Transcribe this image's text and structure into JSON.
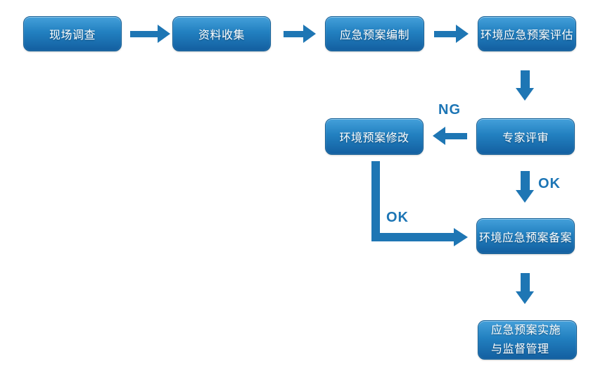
{
  "diagram": {
    "type": "flowchart",
    "nodes": [
      {
        "id": "site-investigation",
        "label": "现场调查"
      },
      {
        "id": "data-collection",
        "label": "资料收集"
      },
      {
        "id": "plan-compilation",
        "label": "应急预案编制"
      },
      {
        "id": "plan-evaluation",
        "label": "环境应急预案评估"
      },
      {
        "id": "plan-revision",
        "label": "环境预案修改"
      },
      {
        "id": "expert-review",
        "label": "专家评审"
      },
      {
        "id": "plan-filing",
        "label": "环境应急预案备案"
      },
      {
        "id": "plan-implementation",
        "label": "应急预案实施\n与监督管理"
      }
    ],
    "edges": [
      {
        "from": "site-investigation",
        "to": "data-collection",
        "label": ""
      },
      {
        "from": "data-collection",
        "to": "plan-compilation",
        "label": ""
      },
      {
        "from": "plan-compilation",
        "to": "plan-evaluation",
        "label": ""
      },
      {
        "from": "plan-evaluation",
        "to": "expert-review",
        "label": ""
      },
      {
        "from": "expert-review",
        "to": "plan-revision",
        "label": "NG"
      },
      {
        "from": "expert-review",
        "to": "plan-filing",
        "label": "OK"
      },
      {
        "from": "plan-revision",
        "to": "plan-filing",
        "label": "OK"
      },
      {
        "from": "plan-filing",
        "to": "plan-implementation",
        "label": ""
      }
    ],
    "colors": {
      "node_gradient_top": "#44a0da",
      "node_gradient_mid": "#2280c0",
      "node_gradient_bottom": "#135fa0",
      "node_border": "#156097",
      "node_text": "#ffffff",
      "arrow": "#1e76b4",
      "edge_label": "#1c75b5",
      "background": "#ffffff"
    }
  }
}
